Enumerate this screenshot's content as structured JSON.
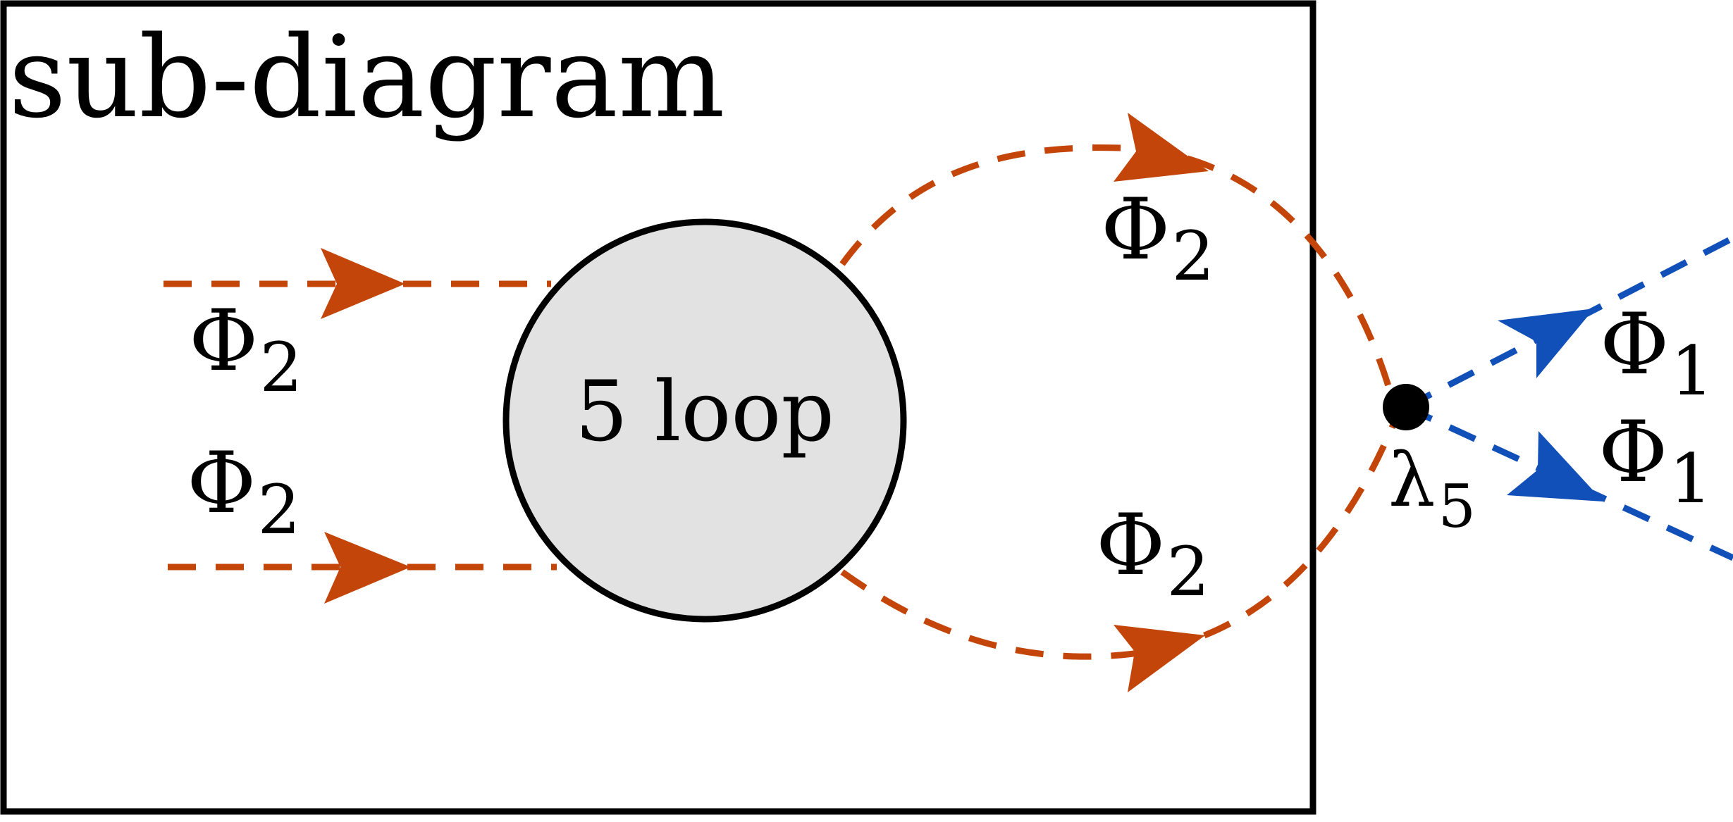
{
  "box": {
    "title": "sub-diagram"
  },
  "blob": {
    "label": "5 loop"
  },
  "vertex": {
    "label_main": "λ",
    "label_sub": "5"
  },
  "fields": {
    "phi2": {
      "main": "Φ",
      "sub": "2"
    },
    "phi1": {
      "main": "Φ",
      "sub": "1"
    }
  },
  "colors": {
    "phi2_line": "#c4450a",
    "phi1_line": "#1050b8",
    "blob_fill": "#e2e2e2",
    "outline": "#000000"
  }
}
